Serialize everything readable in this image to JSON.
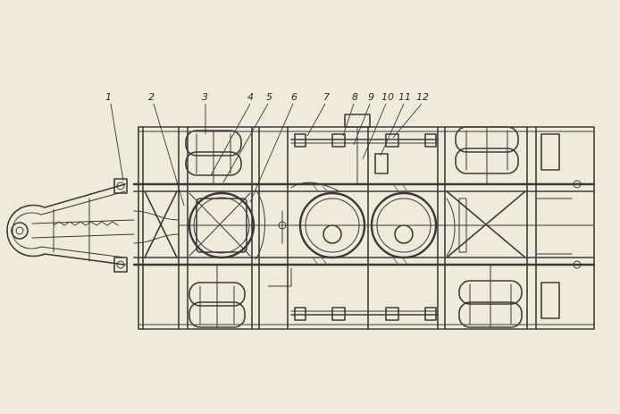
{
  "diagram": {
    "callouts": [
      {
        "id": "1",
        "label": "1"
      },
      {
        "id": "2",
        "label": "2"
      },
      {
        "id": "3",
        "label": "3"
      },
      {
        "id": "4",
        "label": "4"
      },
      {
        "id": "5",
        "label": "5"
      },
      {
        "id": "6",
        "label": "6"
      },
      {
        "id": "7",
        "label": "7"
      },
      {
        "id": "8",
        "label": "8"
      },
      {
        "id": "9",
        "label": "9"
      },
      {
        "id": "10",
        "label": "10"
      },
      {
        "id": "11",
        "label": "11"
      },
      {
        "id": "12",
        "label": "12"
      }
    ]
  },
  "colors": {
    "paper": "#efeadc",
    "ink": "#3b3a36"
  }
}
